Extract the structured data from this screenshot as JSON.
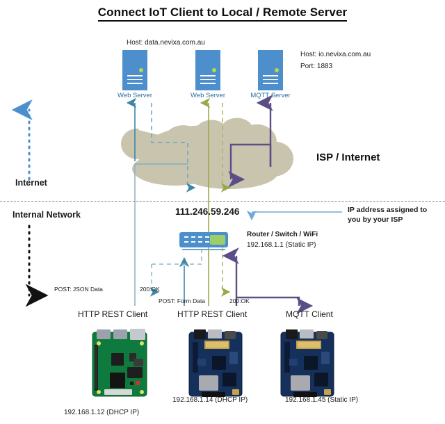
{
  "title": "Connect IoT Client to Local / Remote Server",
  "zones": {
    "internet_label": "Internet",
    "internal_label": "Internal Network",
    "isp_label": "ISP / Internet"
  },
  "servers": [
    {
      "name": "Web Server",
      "host_note": "Host: data.nevixa.com.au",
      "color": "#4d8fcc"
    },
    {
      "name": "Web Server",
      "host_note": "",
      "color": "#4d8fcc"
    },
    {
      "name": "MQTT Server",
      "host_note": "Host: io.nevixa.com.au",
      "port_note": "Port: 1883",
      "color": "#4d8fcc"
    }
  ],
  "network": {
    "public_ip": "111.246.59.246",
    "isp_note_line1": "IP address assigned to",
    "isp_note_line2": "you by your ISP",
    "router_title": "Router / Switch / WiFi",
    "router_ip": "192.168.1.1 (Static IP)"
  },
  "flows": [
    {
      "request": "POST: JSON Data",
      "response": "200:OK",
      "color": "#3d85a8"
    },
    {
      "request": "POST: Form Data",
      "response": "200:OK",
      "color": "#9aa84a"
    }
  ],
  "clients": [
    {
      "name": "HTTP REST Client",
      "ip": "192.168.1.12 (DHCP IP)",
      "board": "raspberry-pi"
    },
    {
      "name": "HTTP REST Client",
      "ip": "192.168.1.14 (DHCP IP)",
      "board": "blue-board"
    },
    {
      "name": "MQTT Client",
      "ip": "192.168.1.45 (Static IP)",
      "board": "blue-board"
    }
  ],
  "colors": {
    "server_blue": "#4d8fcc",
    "cloud_tan": "#c8c4ad",
    "teal_flow": "#3d85a8",
    "olive_flow": "#9aa84a",
    "purple_flow": "#5b4e87",
    "internet_arrow": "#4d8fcc",
    "internal_arrow": "#111111",
    "isp_arrow": "#74a8d8"
  }
}
